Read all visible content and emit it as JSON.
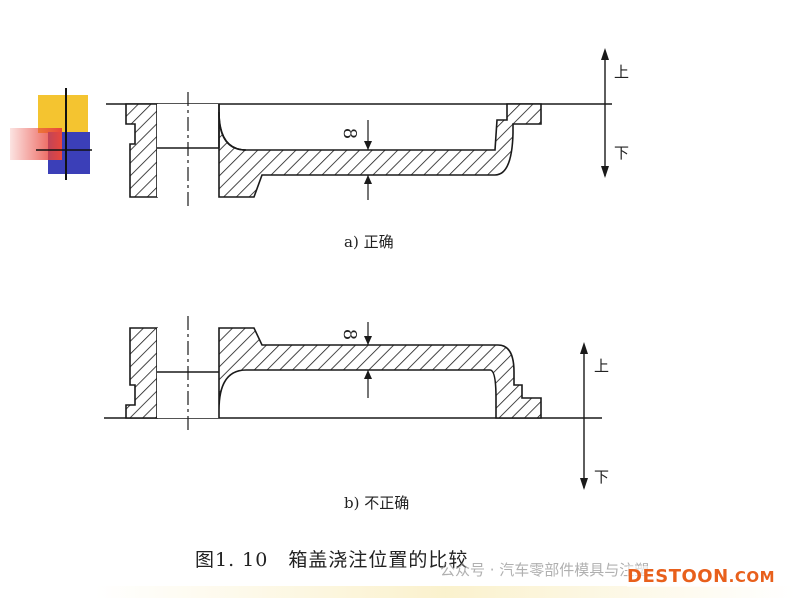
{
  "figure": {
    "top_caption": "a) 正确",
    "bottom_caption": "b) 不正确",
    "title": "图1. 10　箱盖浇注位置的比较",
    "thickness_label": "8",
    "direction_up": "上",
    "direction_down": "下"
  },
  "watermark": {
    "text": "公众号 · 汽车零部件模具与注塑",
    "logo_main": "DESTOON",
    "logo_suffix": ".COM"
  },
  "colors": {
    "deco_yellow": "#f4c430",
    "deco_red": "#e8463c",
    "deco_blue": "#3b3fb8",
    "line": "#1a1a1a"
  }
}
